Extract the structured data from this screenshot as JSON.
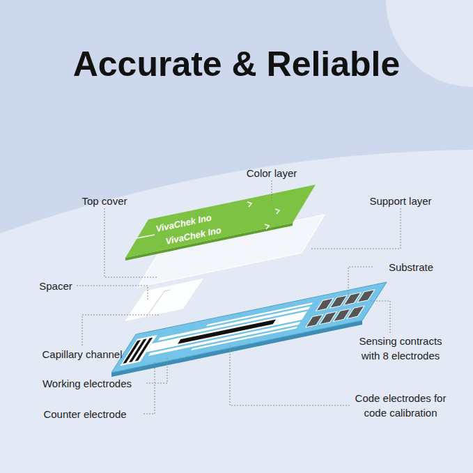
{
  "diagram": {
    "title": "Accurate & Reliable",
    "labels": [
      "Color layer",
      "Top cover",
      "Support layer",
      "VivaChek Ino",
      "VivaChek Ino",
      "Spacer",
      "Substrate",
      "Capillary channel",
      "Sensing contracts with 8 electrodes",
      "Working electrodes",
      "Code electrodes for code calibration",
      "Counter electrode"
    ]
  }
}
